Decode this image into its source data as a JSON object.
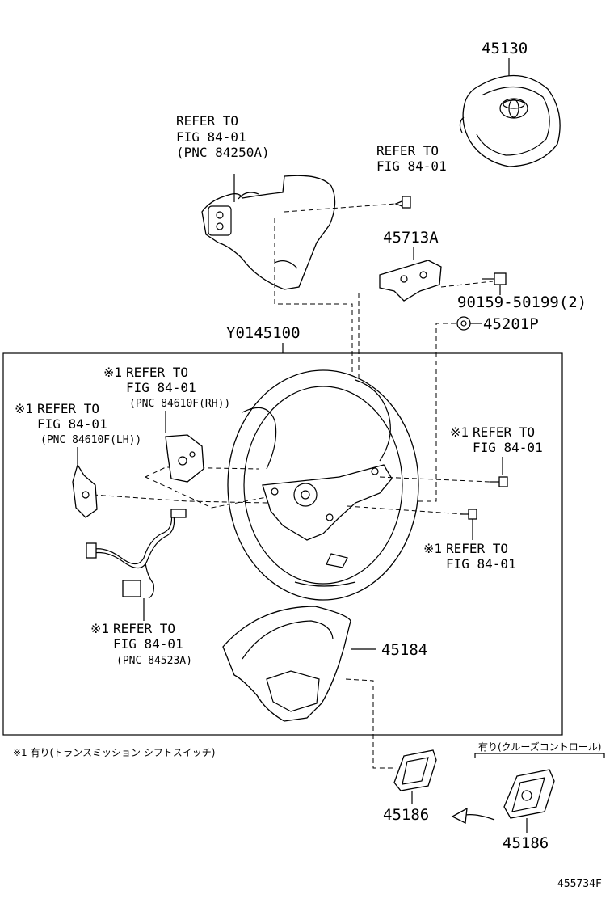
{
  "parts": {
    "airbag": "45130",
    "airbag_ref": [
      "REFER TO",
      "FIG 84-01",
      "(PNC 84250A)"
    ],
    "screw_ref": [
      "REFER TO",
      "FIG 84-01"
    ],
    "bracket": "45713A",
    "bolt": "90159-50199(2)",
    "nut": "45201P",
    "wheel_assy": "Y0145100",
    "paddle_rh_ref": [
      "※1",
      "REFER TO",
      "FIG 84-01",
      "(PNC 84610F(RH))"
    ],
    "paddle_lh_ref": [
      "※1",
      "REFER TO",
      "FIG 84-01",
      "(PNC 84610F(LH))"
    ],
    "right_screw_ref1": [
      "※1",
      "REFER TO",
      "FIG 84-01"
    ],
    "right_screw_ref2": [
      "※1",
      "REFER TO",
      "FIG 84-01"
    ],
    "harness_ref": [
      "※1",
      "REFER TO",
      "FIG 84-01",
      "(PNC 84523A)"
    ],
    "cover": "45184",
    "cover_small": "45186",
    "cover_small_alt": "45186"
  },
  "notes": {
    "footnote": "※1 有り(トランスミッション シフトスイッチ)",
    "cruise_note": "有り(クルーズコントロール)"
  },
  "figure_id": "455734F"
}
